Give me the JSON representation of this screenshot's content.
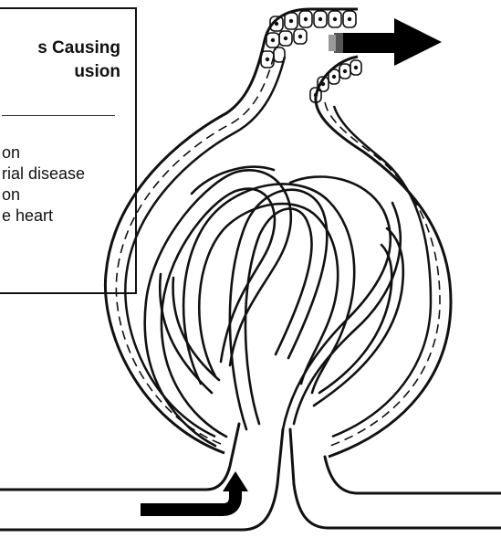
{
  "box": {
    "title_line1": "s Causing",
    "title_line2": "usion",
    "items": [
      "on",
      "rial disease",
      "on",
      "e heart"
    ]
  },
  "colors": {
    "ink": "#111111",
    "paper": "#ffffff"
  },
  "icons": [
    "blood-inflow-arrow-icon",
    "tubular-outflow-arrow-icon"
  ]
}
